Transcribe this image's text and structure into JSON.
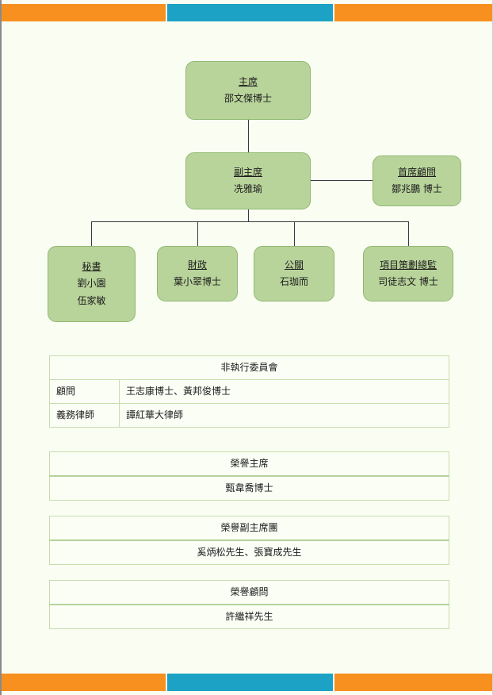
{
  "banner": {
    "orange": "#f7901e",
    "blue": "#1ba2c4"
  },
  "org_chart": {
    "node_fill": "#b9d49b",
    "node_border": "#8fb872",
    "nodes": [
      {
        "id": "chairman",
        "title": "主席",
        "people": [
          "邵文傑博士"
        ]
      },
      {
        "id": "vicechairman",
        "title": "副主席",
        "people": [
          "冼雅瑜"
        ]
      },
      {
        "id": "chiefadvisor",
        "title": "首席顧問",
        "people": [
          "鄒兆鵬 博士"
        ]
      },
      {
        "id": "secretary",
        "title": "秘書",
        "people": [
          "劉小園",
          "伍家敏"
        ]
      },
      {
        "id": "finance",
        "title": "財政",
        "people": [
          "葉小翠博士"
        ]
      },
      {
        "id": "pr",
        "title": "公關",
        "people": [
          "石珈而"
        ]
      },
      {
        "id": "projects",
        "title": "項目策劃總監",
        "people": [
          "司徒志文 博士"
        ]
      }
    ]
  },
  "tables": {
    "nonexec": {
      "header": "非執行委員會",
      "rows": [
        {
          "label": "顧問",
          "value": "王志康博士、黃邦俊博士"
        },
        {
          "label": "義務律師",
          "value": "譚紅華大律師"
        }
      ]
    },
    "honorary_chairman": {
      "header": "榮譽主席",
      "value": "甄韋喬博士"
    },
    "honorary_vice_chairmen": {
      "header": "榮譽副主席團",
      "value": "奚炳松先生、張寶成先生"
    },
    "honorary_advisor": {
      "header": "榮譽顧問",
      "value": "許繼祥先生"
    }
  }
}
